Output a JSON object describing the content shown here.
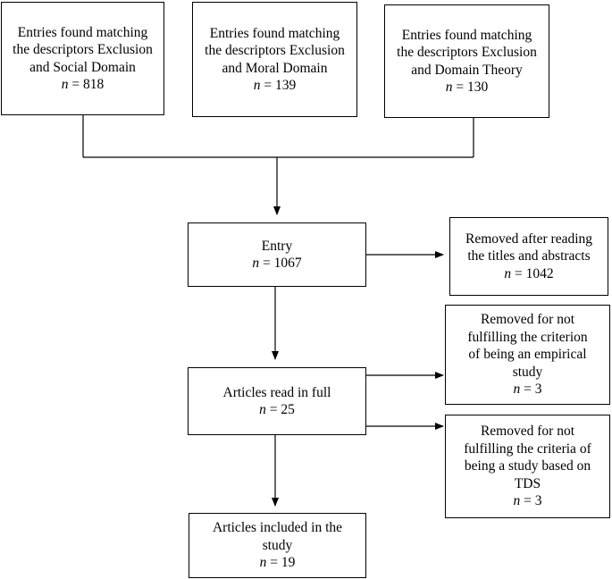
{
  "boxes": {
    "source_social": {
      "lines": [
        "Entries found matching",
        "the descriptors Exclusion",
        "and Social Domain"
      ],
      "n_label": "n",
      "n_value": "= 818"
    },
    "source_moral": {
      "lines": [
        "Entries found matching",
        "the descriptors Exclusion",
        "and Moral Domain"
      ],
      "n_label": "n",
      "n_value": "= 139"
    },
    "source_theory": {
      "lines": [
        "Entries found matching",
        "the descriptors Exclusion",
        "and Domain Theory"
      ],
      "n_label": "n",
      "n_value": "= 130"
    },
    "entry": {
      "lines": [
        "Entry"
      ],
      "n_label": "n",
      "n_value": "= 1067"
    },
    "removed_titles": {
      "lines": [
        "Removed after reading",
        "the titles and abstracts"
      ],
      "n_label": "n",
      "n_value": "= 1042"
    },
    "read_full": {
      "lines": [
        "Articles read in full"
      ],
      "n_label": "n",
      "n_value": "= 25"
    },
    "removed_empirical": {
      "lines": [
        "Removed for not",
        "fulfilling the criterion",
        "of being an empirical",
        "study"
      ],
      "n_label": "n",
      "n_value": "= 3"
    },
    "removed_tds": {
      "lines": [
        "Removed for not",
        "fulfilling the criteria of",
        "being a study based on",
        "TDS"
      ],
      "n_label": "n",
      "n_value": "= 3"
    },
    "included": {
      "lines": [
        "Articles included in the",
        "study"
      ],
      "n_label": "n",
      "n_value": "= 19"
    }
  }
}
